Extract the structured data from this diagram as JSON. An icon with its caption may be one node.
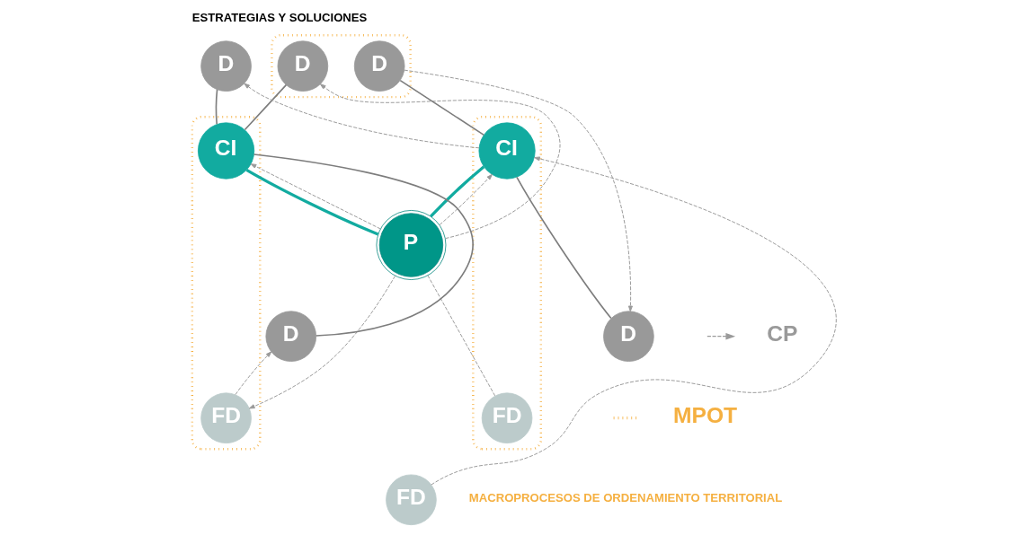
{
  "diagram": {
    "title": "ESTRATEGIAS Y SOLUCIONES",
    "nodes": [
      {
        "text": [],
        "shape": "box"
      },
      {
        "text": [
          "D"
        ],
        "in": 0
      },
      {
        "text": [
          "D"
        ],
        "in": 0
      },
      {
        "text": [
          "D"
        ]
      },
      {
        "text": [],
        "shape": "box"
      },
      {
        "text": [
          "CI"
        ],
        "in": 4
      },
      {
        "text": [
          "P"
        ]
      },
      {
        "text": [],
        "shape": "box"
      },
      {
        "text": [
          "CI"
        ],
        "in": 7
      },
      {
        "text": [
          "D"
        ]
      },
      {
        "text": [
          "D"
        ]
      },
      {
        "text": [
          "FD"
        ],
        "in": 4
      },
      {
        "text": [
          "FD"
        ],
        "in": 7
      },
      {
        "text": [
          "FD"
        ]
      }
    ],
    "edges": [
      {
        "from": 1,
        "to": 5,
        "arrow": "none"
      },
      {
        "from": 3,
        "to": 5,
        "arrow": "none"
      },
      {
        "from": 9,
        "to": 5,
        "arrow": "none"
      },
      {
        "from": 5,
        "to": 6,
        "arrow": "none",
        "style": "thick",
        "color": "#12aba0"
      },
      {
        "from": 6,
        "to": 8,
        "arrow": "none",
        "style": "thick",
        "color": "#12aba0"
      },
      {
        "from": 8,
        "to": 2,
        "arrow": "none"
      },
      {
        "from": 8,
        "to": 10,
        "arrow": "none"
      },
      {
        "from": 6,
        "to": 1,
        "arrow": "to",
        "style": "dashed"
      },
      {
        "from": 8,
        "to": 3,
        "arrow": "to",
        "style": "dashed"
      },
      {
        "from": 6,
        "to": 5,
        "arrow": "to",
        "style": "dashed"
      },
      {
        "from": 6,
        "to": 8,
        "arrow": "to",
        "style": "dashed"
      },
      {
        "from": 2,
        "to": 10,
        "arrow": "to",
        "style": "dashed"
      },
      {
        "from": 11,
        "to": 9,
        "arrow": "to",
        "style": "dashed"
      },
      {
        "from": 6,
        "to": 11,
        "arrow": "to",
        "style": "dashed"
      },
      {
        "from": 13,
        "to": 8,
        "arrow": "to",
        "style": "dashed"
      },
      {
        "from": 6,
        "to": 12,
        "arrow": "none",
        "style": "dashed"
      }
    ],
    "labels": [
      "MACROPROCESOS DE ORDENAMIENTO TERRITORIAL"
    ],
    "legend": [
      {
        "text": "CP"
      },
      {
        "text": "MPOT"
      }
    ]
  }
}
